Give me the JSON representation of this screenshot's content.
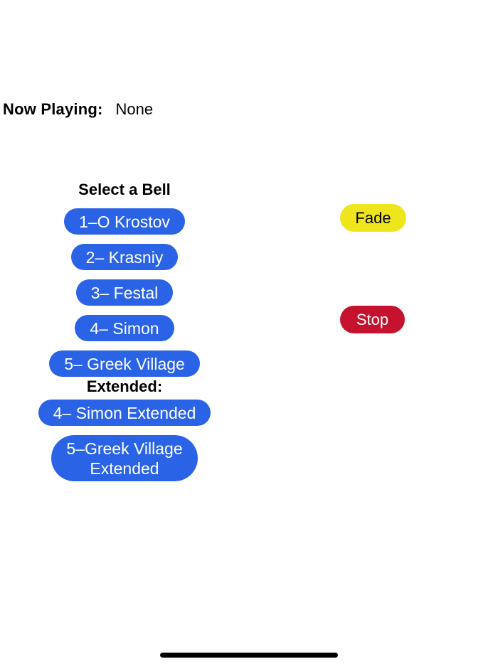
{
  "now_playing": {
    "label": "Now Playing:",
    "value": "None"
  },
  "bells": {
    "heading": "Select a Bell",
    "button_color": "#2B63E7",
    "button_text_color": "#ffffff",
    "buttons": [
      {
        "label": "1–O Krostov"
      },
      {
        "label": "2– Krasniy"
      },
      {
        "label": "3– Festal"
      },
      {
        "label": "4– Simon"
      },
      {
        "label": "5– Greek Village"
      }
    ],
    "extended_heading": "Extended:",
    "extended_buttons": [
      {
        "label": "4– Simon Extended"
      },
      {
        "label": "5–Greek Village\nExtended"
      }
    ]
  },
  "controls": {
    "fade": {
      "label": "Fade",
      "color": "#EFE51D",
      "text_color": "#000000"
    },
    "stop": {
      "label": "Stop",
      "color": "#C5132F",
      "text_color": "#ffffff"
    }
  },
  "home_indicator": {
    "color": "#000000"
  }
}
